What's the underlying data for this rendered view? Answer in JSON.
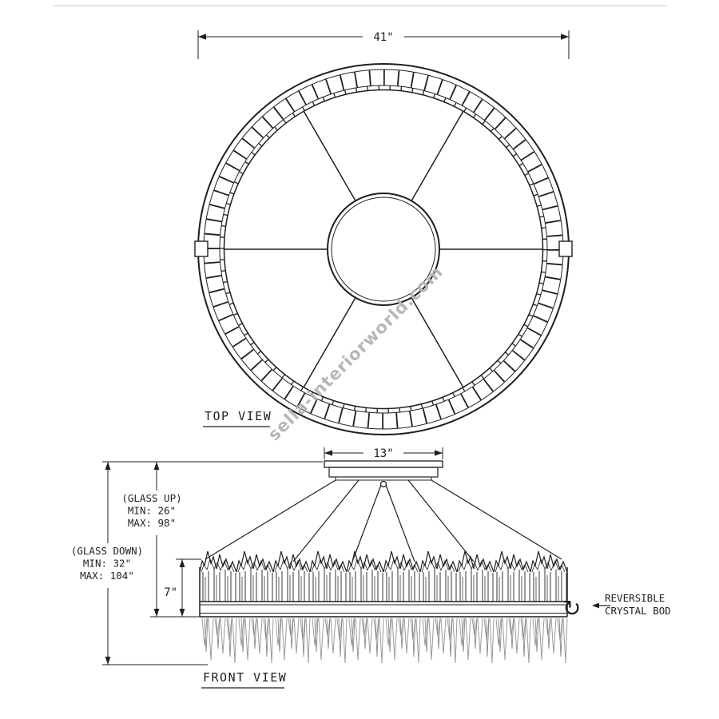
{
  "meta": {
    "watermark": "sella-interiorworld.com"
  },
  "colors": {
    "ink": "#1f1f1f",
    "watermark": "#b4b4b4",
    "pendant": "#9b9b9b",
    "pendant2": "#7d7d7d",
    "divider": "#dcdcdc"
  },
  "icons": {
    "rotate": "↻"
  },
  "top_view": {
    "label": "TOP VIEW",
    "diameter": "41\""
  },
  "front_view": {
    "label": "FRONT VIEW",
    "canopy_width": "13\"",
    "body_height": "7\"",
    "glass_up_l1": "(GLASS UP)",
    "glass_up_l2": "MIN: 26\"",
    "glass_up_l3": "MAX: 98\"",
    "glass_down_l1": "(GLASS DOWN)",
    "glass_down_l2": "MIN: 32\"",
    "glass_down_l3": "MAX: 104\"",
    "note_l1": "REVERSIBLE",
    "note_l2": "CRYSTAL BOD"
  }
}
